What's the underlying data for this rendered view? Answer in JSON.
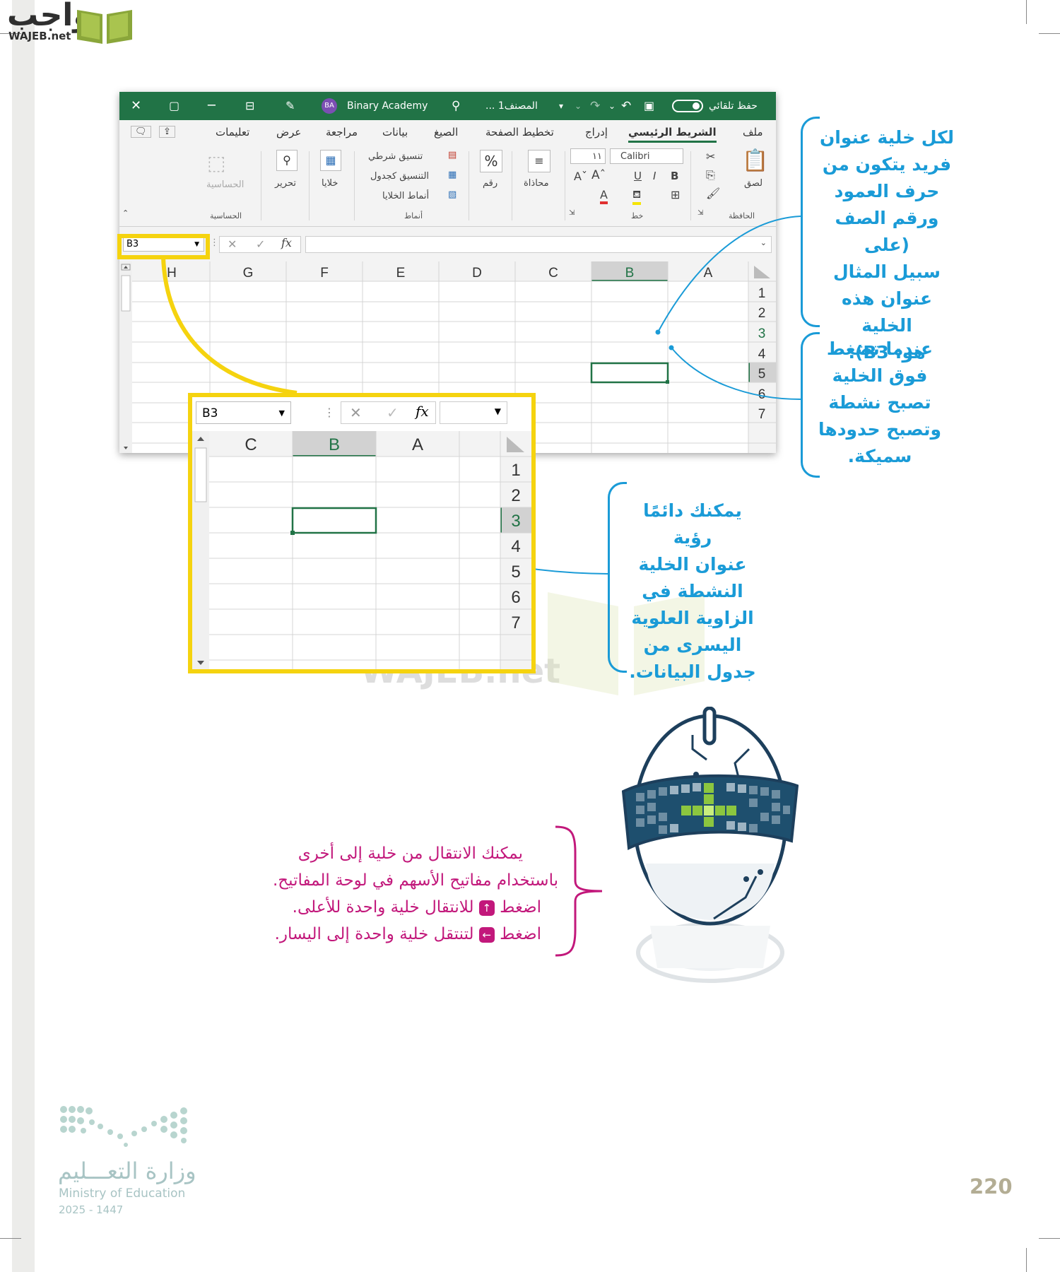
{
  "logo": {
    "arabic": "واجب",
    "latin": "WAJEB.net"
  },
  "excel": {
    "autosave": "حفظ تلقائي",
    "file_name": "المصنف1 ...",
    "account": "Binary Academy",
    "avatar": "BA",
    "tabs": [
      "ملف",
      "الشريط الرئيسي",
      "إدراج",
      "تخطيط الصفحة",
      "الصيغ",
      "بيانات",
      "مراجعة",
      "عرض",
      "تعليمات"
    ],
    "active_tab": "الشريط الرئيسي",
    "ribbon": {
      "paste": "لصق",
      "clipboard_group": "الحافظة",
      "font_name": "Calibri",
      "font_size": "١١",
      "bold": "B",
      "italic": "I",
      "underline": "U",
      "font_group": "خط",
      "alignment": "محاذاة",
      "number": "رقم",
      "cond_format": "تنسيق شرطي",
      "format_table": "التنسيق كجدول",
      "cell_styles": "أنماط الخلايا",
      "styles_group": "أنماط",
      "cells": "خلايا",
      "editing": "تحرير",
      "sensitivity": "الحساسية",
      "sensitivity_group": "الحساسية"
    },
    "name_box": "B3",
    "fx": "fx",
    "columns": [
      "A",
      "B",
      "C",
      "D",
      "E",
      "F",
      "G",
      "H"
    ],
    "rows": [
      "1",
      "2",
      "3",
      "4",
      "5",
      "6",
      "7"
    ],
    "active_column": "B",
    "active_row": "3"
  },
  "zoom": {
    "name_box": "B3",
    "fx": "fx",
    "columns": [
      "A",
      "B",
      "C"
    ],
    "rows": [
      "1",
      "2",
      "3",
      "4",
      "5",
      "6",
      "7"
    ]
  },
  "callouts": {
    "address": [
      "لكل خلية عنوان",
      "فريد يتكون من",
      "حرف العمود",
      "ورقم الصف (على",
      "سبيل المثال",
      "عنوان هذه الخلية",
      "هو: B3)."
    ],
    "active": [
      "عندما تضغط",
      "فوق الخلية",
      "تصبح نشطة",
      "وتصبح حدودها",
      "سميكة."
    ],
    "corner": [
      "يمكنك دائمًا رؤية",
      "عنوان الخلية",
      "النشطة في",
      "الزاوية العلوية",
      "اليسرى من",
      "جدول البيانات."
    ]
  },
  "tip": {
    "line1": "يمكنك الانتقال من خلية إلى أخرى",
    "line2": "باستخدام مفاتيح الأسهم في لوحة المفاتيح.",
    "line3_pre": "اضغط",
    "line3_key": "↑",
    "line3_post": "للانتقال خلية واحدة للأعلى.",
    "line4_pre": "اضغط",
    "line4_key": "←",
    "line4_post": "لتنتقل خلية واحدة إلى اليسار."
  },
  "footer": {
    "ministry_ar": "وزارة التعـــليم",
    "ministry_en": "Ministry of Education",
    "year": "2025 - 1447",
    "page_number": "220"
  },
  "colors": {
    "excel_green": "#217346",
    "callout_blue": "#1a9bd7",
    "tip_pink": "#c2187b",
    "zoom_yellow": "#f5d30f"
  }
}
